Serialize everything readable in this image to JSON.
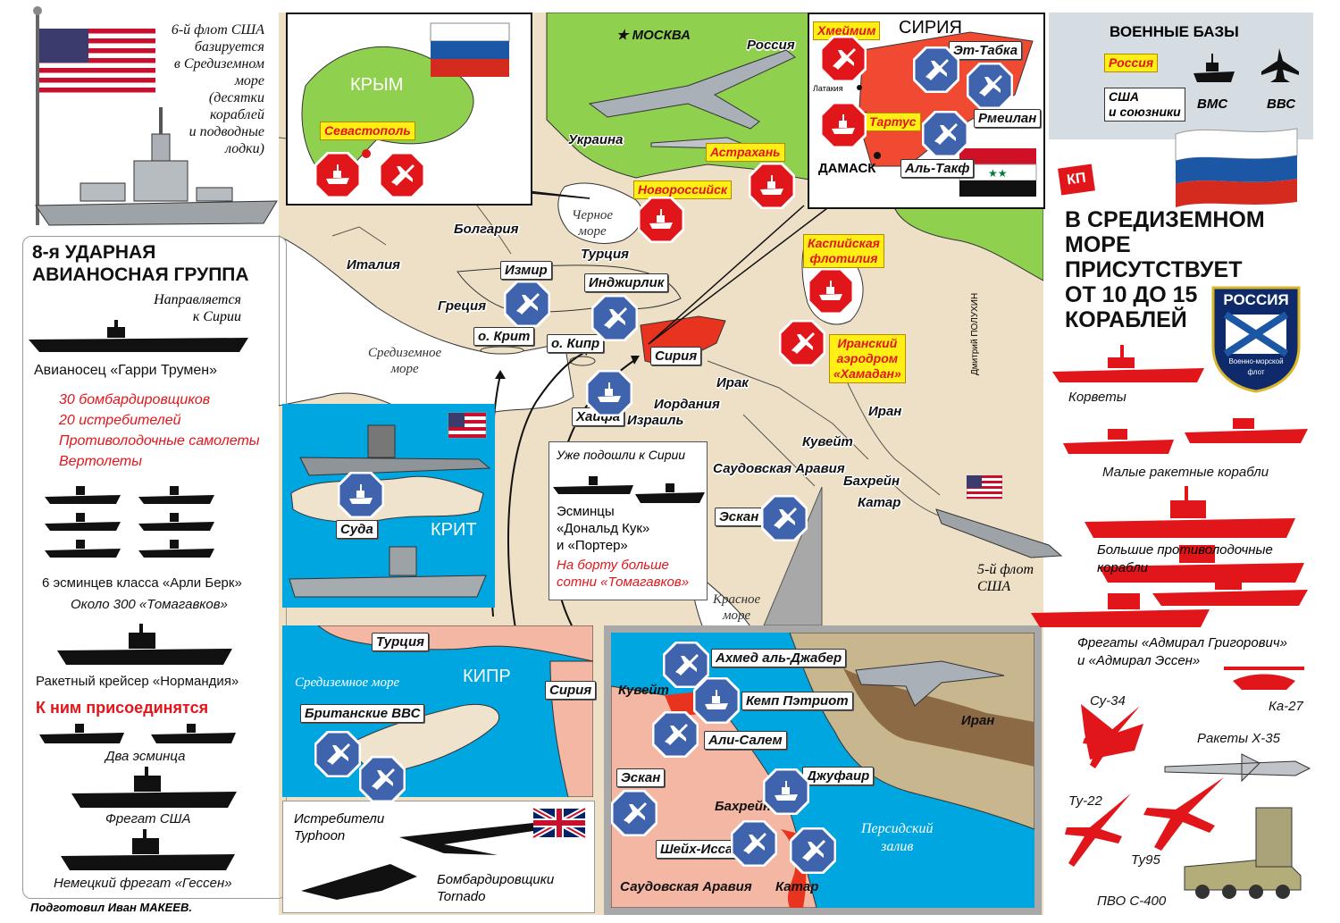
{
  "left_panel": {
    "sixth_fleet_text": [
      "6-й флот США",
      "базируется",
      "в Средиземном",
      "море",
      "(десятки",
      "кораблей",
      "и подводные",
      "лодки)"
    ],
    "group_title": [
      "8-я УДАРНАЯ",
      "АВИАНОСНАЯ ГРУППА"
    ],
    "heading_to": [
      "Направляется",
      "к Сирии"
    ],
    "carrier_name": "Авианосец «Гарри Трумен»",
    "carrier_aircraft": [
      "30 бомбардировщиков",
      "20 истребителей",
      "Противолодочные самолеты",
      "Вертолеты"
    ],
    "destroyers": "6 эсминцев класса «Арли Берк»",
    "tomahawks": "Около 300 «Томагавков»",
    "cruiser": "Ракетный крейсер «Нормандия»",
    "joining": "К ним присоединятся",
    "two_destroyers": "Два эсминца",
    "us_frigate": "Фрегат США",
    "german_frigate": "Немецкий фрегат «Гессен»",
    "credit": "Подготовил Иван МАКЕЕВ."
  },
  "map": {
    "countries": {
      "russia": "Россия",
      "ukraine": "Украина",
      "bulgaria": "Болгария",
      "turkey": "Турция",
      "italy": "Италия",
      "greece": "Греция",
      "syria": "Сирия",
      "iraq": "Ирак",
      "jordan": "Иордания",
      "israel": "Израиль",
      "iran": "Иран",
      "kuwait": "Кувейт",
      "saudi": "Саудовская Аравия",
      "bahrain": "Бахрейн",
      "qatar": "Катар"
    },
    "seas": {
      "black": [
        "Черное",
        "море"
      ],
      "med": [
        "Средиземное",
        "море"
      ],
      "red": [
        "Красное",
        "море"
      ]
    },
    "cities": {
      "moscow": "МОСКВА"
    },
    "bases": {
      "novorossiysk": "Новороссийск",
      "astrakhan": "Астрахань",
      "caspian": [
        "Каспийская",
        "флотилия"
      ],
      "hamadan": [
        "Иранский",
        "аэродром",
        "«Хамадан»"
      ],
      "izmir": "Измир",
      "incirlik": "Инджирлик",
      "crete": "о. Крит",
      "cyprus": "о. Кипр",
      "haifa": "Хайфа",
      "eskan": "Эскан"
    },
    "arrived": {
      "title": "Уже подошли к Сирии",
      "ships": [
        "Эсминцы",
        "«Дональд Кук»",
        "и  «Портер»"
      ],
      "cargo": [
        "На борту больше",
        "сотни «Томагавков»"
      ]
    },
    "fifth_fleet": [
      "5-й флот",
      "США"
    ],
    "author": "Дмитрий ПОЛУХИН"
  },
  "crimea_inset": {
    "label": "КРЫМ",
    "base": "Севастополь"
  },
  "syria_inset": {
    "label": "СИРИЯ",
    "khmeimim": "Хмеймим",
    "tartus": "Тартус",
    "latakia": "Латакия",
    "damascus": "ДАМАСК",
    "tabqa": "Эт-Табка",
    "rmeilan": "Рмеилан",
    "taqaddum": "Аль-Такф"
  },
  "crete_inset": {
    "label": "КРИТ",
    "base": "Суда"
  },
  "cyprus_inset": {
    "label": "КИПР",
    "turkey": "Турция",
    "syria": "Сирия",
    "sea": "Средиземное море",
    "raf": "Британские ВВС"
  },
  "typhoon_inset": {
    "fighters": [
      "Истребители",
      "Typhoon"
    ],
    "bombers": [
      "Бомбардировщики",
      "Tornado"
    ]
  },
  "gulf_inset": {
    "jaber": "Ахмед аль-Джабер",
    "kuwait": "Кувейт",
    "patriot": "Кемп Пэтриот",
    "ali_salem": "Али-Салем",
    "eskan": "Эскан",
    "jufair": "Джуфаир",
    "bahrain": "Бахрейн",
    "isa": "Шейх-Исса",
    "saudi": "Саудовская  Аравия",
    "qatar": "Катар",
    "iran": "Иран",
    "gulf": [
      "Персидский",
      "залив"
    ]
  },
  "legend": {
    "title": "ВОЕННЫЕ БАЗЫ",
    "russia": "Россия",
    "usa": [
      "США",
      "и союзники"
    ],
    "navy": "ВМС",
    "air": "ВВС"
  },
  "right_panel": {
    "logo": "КП",
    "headline": [
      "В СРЕДИЗЕМНОМ",
      "МОРЕ",
      "ПРИСУТСТВУЕТ",
      "ОТ 10 ДО 15",
      "КОРАБЛЕЙ"
    ],
    "badge": [
      "РОССИЯ",
      "Военно-морской",
      "флот"
    ],
    "corvettes": "Корветы",
    "small_missile": "Малые ракетные корабли",
    "asw": [
      "Большие противолодочные",
      "корабли"
    ],
    "frigates": [
      "Фрегаты «Адмирал Григорович»",
      "и «Адмирал Эссен»"
    ],
    "ka27": "Ка-27",
    "su34": "Су-34",
    "kh35": "Ракеты Х-35",
    "tu22": "Ту-22",
    "tu95": "Ту95",
    "s400": "ПВО С-400"
  },
  "colors": {
    "russia_red": "#e0161b",
    "usa_blue": "#3f63ad",
    "land": "#efe3cd",
    "russia_green": "#8fd14f",
    "sea_blue": "#00a6e0",
    "highlight_yellow": "#ffef14"
  }
}
